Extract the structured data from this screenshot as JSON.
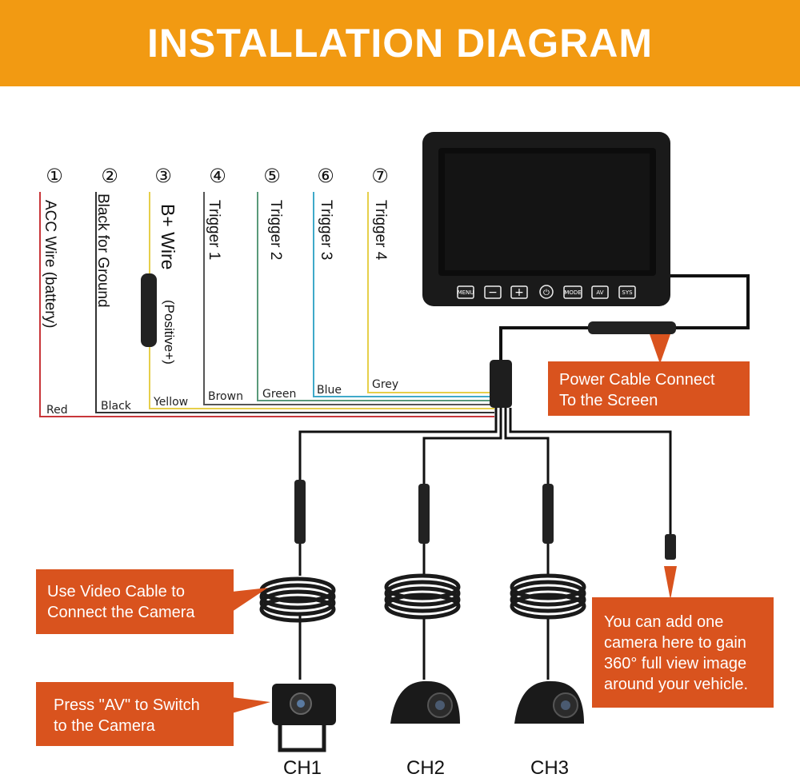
{
  "header": {
    "title": "INSTALLATION DIAGRAM"
  },
  "wires": [
    {
      "num": "①",
      "label": "ACC Wire  (battery)",
      "color_name": "Red",
      "color": "#c8363a"
    },
    {
      "num": "②",
      "label": "Black for Ground",
      "color_name": "Black",
      "color": "#333333"
    },
    {
      "num": "③",
      "label": "B+ Wire",
      "label_small": "(Positive+)",
      "color_name": "Yellow",
      "color": "#e6cf4a"
    },
    {
      "num": "④",
      "label": "Trigger  1",
      "color_name": "Brown",
      "color": "#555555"
    },
    {
      "num": "⑤",
      "label": "Trigger  2",
      "color_name": "Green",
      "color": "#5a9a7a"
    },
    {
      "num": "⑥",
      "label": "Trigger  3",
      "color_name": "Blue",
      "color": "#3fa9c9"
    },
    {
      "num": "⑦",
      "label": "Trigger  4",
      "color_name": "Grey",
      "color": "#e6cf4a"
    }
  ],
  "monitor": {
    "buttons": [
      "MENU",
      "−",
      "+",
      "⏻",
      "MODE",
      "AV",
      "SYS"
    ]
  },
  "callouts": {
    "power": [
      "Power Cable Connect",
      "To the Screen"
    ],
    "video": [
      "Use Video Cable to",
      "Connect the Camera"
    ],
    "av": [
      "Press \"AV\" to Switch",
      "to the Camera"
    ],
    "add": [
      "You can add one",
      "camera here to gain",
      "360° full view image",
      "around your vehicle."
    ]
  },
  "channels": [
    "CH1",
    "CH2",
    "CH3"
  ],
  "colors": {
    "header": "#f29a12",
    "callout": "#d9531e"
  }
}
